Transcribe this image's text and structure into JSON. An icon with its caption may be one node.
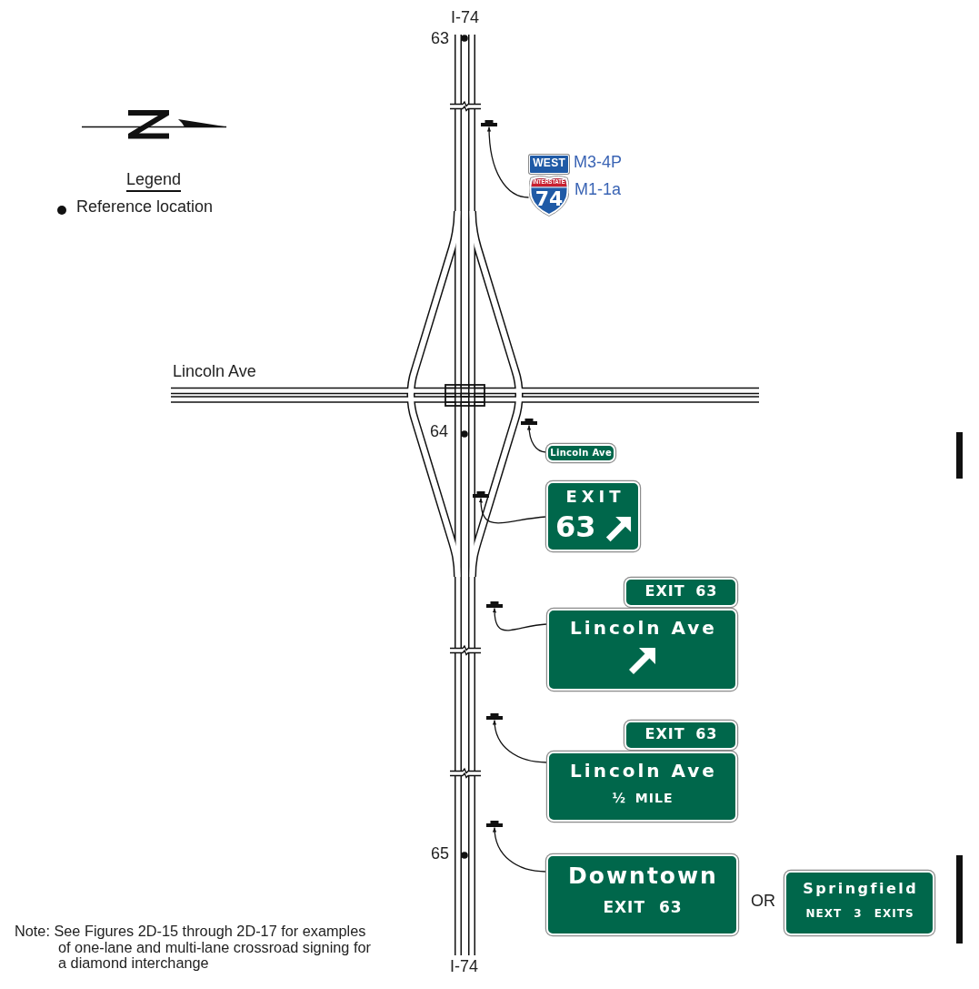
{
  "diagram": {
    "nodes": [
      {
        "text": [],
        "shape": "bar"
      },
      {
        "text": [
          "WEST"
        ],
        "beside": [
          "M3-4P"
        ]
      },
      {
        "text": [
          "INTERSTATE",
          "74"
        ],
        "beside": [
          "M1-1a"
        ]
      },
      {
        "text": [],
        "shape": "bar"
      },
      {
        "text": [
          "Lincoln Ave"
        ]
      },
      {
        "text": [],
        "shape": "bar"
      },
      {
        "text": [
          "EXIT",
          "63"
        ]
      },
      {
        "text": [],
        "shape": "bar"
      },
      {
        "text": [
          "EXIT 63"
        ]
      },
      {
        "text": [
          "Lincoln Ave"
        ]
      },
      {
        "text": [],
        "shape": "bar"
      },
      {
        "text": [
          "EXIT 63"
        ]
      },
      {
        "text": [
          "Lincoln Ave",
          "½ MILE"
        ]
      },
      {
        "text": [],
        "shape": "bar"
      },
      {
        "text": [
          "Downtown",
          "EXIT 63"
        ]
      },
      {
        "text": [
          "Springfield",
          "NEXT 3 EXITS"
        ]
      }
    ],
    "edges": [
      {
        "from": 2,
        "to": 0,
        "arrow": "to"
      },
      {
        "from": 4,
        "to": 3,
        "arrow": "to"
      },
      {
        "from": 6,
        "to": 5,
        "arrow": "to"
      },
      {
        "from": 9,
        "to": 7,
        "arrow": "to"
      },
      {
        "from": 12,
        "to": 10,
        "arrow": "to"
      },
      {
        "from": 14,
        "to": 13,
        "arrow": "to"
      }
    ],
    "labels": [
      "I-74",
      "63",
      "Legend",
      "Lincoln Ave",
      "64",
      "65",
      "OR",
      "Note: See Figures 2D-15 through 2D-17 for examples of one-lane and multi-lane crossroad signing for a diamond interchange",
      "I-74"
    ],
    "legend": [
      {
        "text": "Reference location"
      }
    ]
  }
}
